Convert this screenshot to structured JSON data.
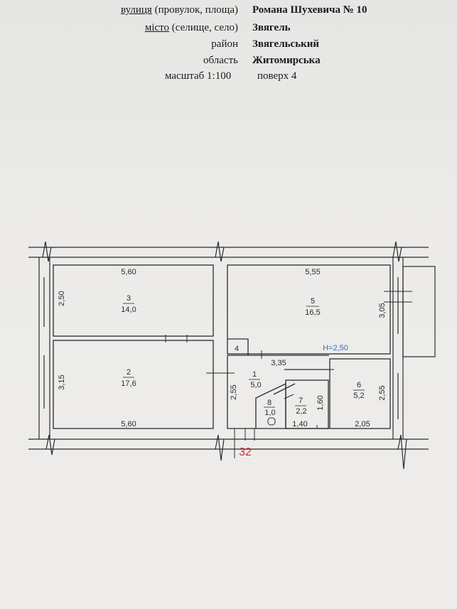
{
  "header": {
    "street_label_u": "вулиця",
    "street_label_rest": " (провулок, площа)",
    "street_value": "Романа Шухевича № 10",
    "city_label_u": "місто",
    "city_label_rest": " (селище, село)",
    "city_value": "Звягель",
    "district_label": "район",
    "district_value": "Звягельський",
    "region_label": "область",
    "region_value": "Житомирська",
    "scale": "масштаб 1:100",
    "floor": "поверх 4"
  },
  "plan": {
    "rooms": [
      {
        "num": "3",
        "area": "14,0"
      },
      {
        "num": "2",
        "area": "17,6"
      },
      {
        "num": "5",
        "area": "16,5"
      },
      {
        "num": "1",
        "area": "5,0"
      },
      {
        "num": "4",
        "area": ""
      },
      {
        "num": "6",
        "area": "5,2"
      },
      {
        "num": "7",
        "area": "2,2"
      },
      {
        "num": "8",
        "area": "1,0"
      }
    ],
    "dimensions": {
      "room3_width": "5,60",
      "room3_height": "2,50",
      "room2_width": "5,60",
      "room2_height": "3,15",
      "room5_width": "5,55",
      "room5_height": "3,05",
      "room1_width": "3,35",
      "room1_height": "2,55",
      "room6_width": "2,05",
      "room6_height": "2,55",
      "room7_width": "1,40",
      "room7_height": "1,60"
    },
    "ceiling_height": "H=2,50",
    "apartment_number": "32",
    "colors": {
      "lines": "#2b2b2b",
      "ceiling": "#3a6fb5",
      "apartment": "#c4303b"
    }
  }
}
